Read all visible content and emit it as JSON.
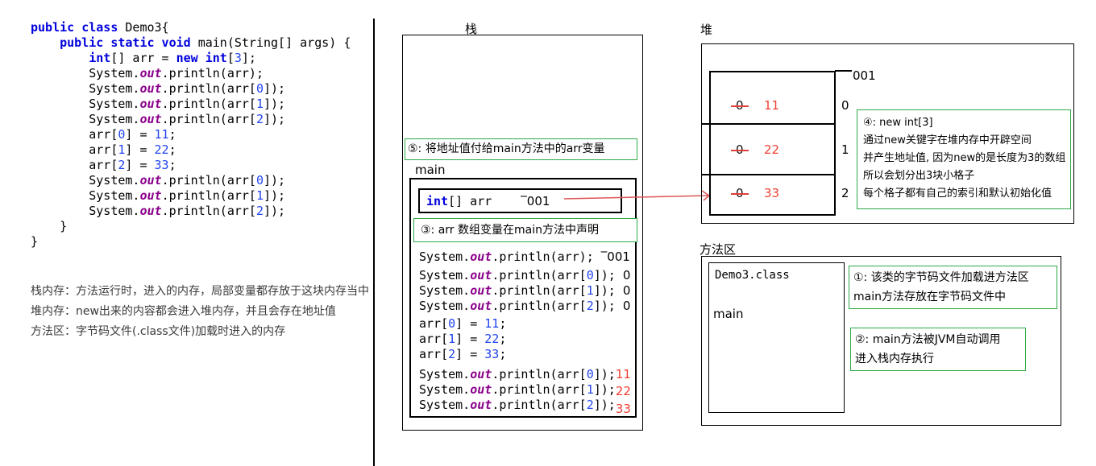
{
  "notes": [
    "栈内存：方法运行时，进入的内存，局部变量都存放于这块内存当中",
    "堆内存：new出来的内容都会进入堆内存，并且会存在地址值",
    "方法区：字节码文件(.class文件)加载时进入的内存"
  ],
  "code_panel": {
    "lines": [
      {
        "t": [
          [
            "k",
            "public class"
          ],
          [
            "p",
            " Demo3{"
          ]
        ]
      },
      {
        "t": [
          [
            "p",
            "    "
          ],
          [
            "k",
            "public static void"
          ],
          [
            "p",
            " main(String[] args) {"
          ]
        ]
      },
      {
        "t": [
          [
            "p",
            "        "
          ],
          [
            "k",
            "int"
          ],
          [
            "p",
            "[] arr = "
          ],
          [
            "k",
            "new"
          ],
          [
            "p",
            " "
          ],
          [
            "k",
            "int"
          ],
          [
            "p",
            "["
          ],
          [
            "n",
            "3"
          ],
          [
            "p",
            "];"
          ]
        ]
      },
      {
        "t": [
          [
            "p",
            "        System."
          ],
          [
            "o",
            "out"
          ],
          [
            "p",
            ".println(arr);"
          ]
        ]
      },
      {
        "t": [
          [
            "p",
            "        System."
          ],
          [
            "o",
            "out"
          ],
          [
            "p",
            ".println(arr["
          ],
          [
            "n",
            "0"
          ],
          [
            "p",
            "]);"
          ]
        ]
      },
      {
        "t": [
          [
            "p",
            "        System."
          ],
          [
            "o",
            "out"
          ],
          [
            "p",
            ".println(arr["
          ],
          [
            "n",
            "1"
          ],
          [
            "p",
            "]);"
          ]
        ]
      },
      {
        "t": [
          [
            "p",
            "        System."
          ],
          [
            "o",
            "out"
          ],
          [
            "p",
            ".println(arr["
          ],
          [
            "n",
            "2"
          ],
          [
            "p",
            "]);"
          ]
        ]
      },
      {
        "t": [
          [
            "p",
            "        arr["
          ],
          [
            "n",
            "0"
          ],
          [
            "p",
            "] = "
          ],
          [
            "n",
            "11"
          ],
          [
            "p",
            ";"
          ]
        ]
      },
      {
        "t": [
          [
            "p",
            "        arr["
          ],
          [
            "n",
            "1"
          ],
          [
            "p",
            "] = "
          ],
          [
            "n",
            "22"
          ],
          [
            "p",
            ";"
          ]
        ]
      },
      {
        "t": [
          [
            "p",
            "        arr["
          ],
          [
            "n",
            "2"
          ],
          [
            "p",
            "] = "
          ],
          [
            "n",
            "33"
          ],
          [
            "p",
            ";"
          ]
        ]
      },
      {
        "t": [
          [
            "p",
            "        System."
          ],
          [
            "o",
            "out"
          ],
          [
            "p",
            ".println(arr["
          ],
          [
            "n",
            "0"
          ],
          [
            "p",
            "]);"
          ]
        ]
      },
      {
        "t": [
          [
            "p",
            "        System."
          ],
          [
            "o",
            "out"
          ],
          [
            "p",
            ".println(arr["
          ],
          [
            "n",
            "1"
          ],
          [
            "p",
            "]);"
          ]
        ]
      },
      {
        "t": [
          [
            "p",
            "        System."
          ],
          [
            "o",
            "out"
          ],
          [
            "p",
            ".println(arr["
          ],
          [
            "n",
            "2"
          ],
          [
            "p",
            "]);"
          ]
        ]
      },
      {
        "t": [
          [
            "p",
            "    }"
          ]
        ]
      },
      {
        "t": [
          [
            "p",
            "}"
          ]
        ]
      }
    ]
  },
  "stack": {
    "title": "栈",
    "annotation5": "⑤: 将地址值付给main方法中的arr变量",
    "frame_label": "main",
    "var_box": {
      "tokens": [
        [
          "k",
          "int"
        ],
        [
          "p",
          "[] arr"
        ]
      ],
      "address": "‾001"
    },
    "annotation3": "③: arr 数组变量在main方法中声明",
    "lines": [
      {
        "t": [
          [
            "p",
            "System."
          ],
          [
            "o",
            "out"
          ],
          [
            "p",
            ".println(arr); "
          ],
          [
            "a",
            "‾001"
          ]
        ]
      },
      {
        "c": "g4",
        "t": [
          [
            "p",
            "System."
          ],
          [
            "o",
            "out"
          ],
          [
            "p",
            ".println(arr["
          ],
          [
            "n",
            "0"
          ],
          [
            "p",
            "]); "
          ],
          [
            "z",
            "0"
          ]
        ]
      },
      {
        "t": [
          [
            "p",
            "System."
          ],
          [
            "o",
            "out"
          ],
          [
            "p",
            ".println(arr["
          ],
          [
            "n",
            "1"
          ],
          [
            "p",
            "]); "
          ],
          [
            "z",
            "0"
          ]
        ]
      },
      {
        "t": [
          [
            "p",
            "System."
          ],
          [
            "o",
            "out"
          ],
          [
            "p",
            ".println(arr["
          ],
          [
            "n",
            "2"
          ],
          [
            "p",
            "]); "
          ],
          [
            "z",
            "0"
          ]
        ]
      },
      {
        "c": "g3",
        "t": [
          [
            "p",
            "arr["
          ],
          [
            "n",
            "0"
          ],
          [
            "p",
            "] = "
          ],
          [
            "n",
            "11"
          ],
          [
            "p",
            ";"
          ]
        ]
      },
      {
        "t": [
          [
            "p",
            "arr["
          ],
          [
            "n",
            "1"
          ],
          [
            "p",
            "] = "
          ],
          [
            "n",
            "22"
          ],
          [
            "p",
            ";"
          ]
        ]
      },
      {
        "t": [
          [
            "p",
            "arr["
          ],
          [
            "n",
            "2"
          ],
          [
            "p",
            "] = "
          ],
          [
            "n",
            "33"
          ],
          [
            "p",
            ";"
          ]
        ]
      },
      {
        "c": "g5",
        "t": [
          [
            "p",
            "System."
          ],
          [
            "o",
            "out"
          ],
          [
            "p",
            ".println(arr["
          ],
          [
            "n",
            "0"
          ],
          [
            "p",
            "]);"
          ],
          [
            "r",
            "11"
          ]
        ]
      },
      {
        "t": [
          [
            "p",
            "System."
          ],
          [
            "o",
            "out"
          ],
          [
            "p",
            ".println(arr["
          ],
          [
            "n",
            "1"
          ],
          [
            "p",
            "]);"
          ],
          [
            "r",
            "22",
            "shift1"
          ]
        ]
      },
      {
        "t": [
          [
            "p",
            "System."
          ],
          [
            "o",
            "out"
          ],
          [
            "p",
            ".println(arr["
          ],
          [
            "n",
            "2"
          ],
          [
            "p",
            "]);"
          ],
          [
            "r",
            "33",
            "shift2"
          ]
        ]
      }
    ]
  },
  "heap": {
    "title": "堆",
    "address_label": "001",
    "cells": [
      {
        "old": "0",
        "new": "11",
        "index": "0"
      },
      {
        "old": "0",
        "new": "22",
        "index": "1"
      },
      {
        "old": "0",
        "new": "33",
        "index": "2"
      }
    ],
    "annotation4": [
      "④: new int[3]",
      "通过new关键字在堆内存中开辟空间",
      "并产生地址值, 因为new的是长度为3的数组",
      "所以会划分出3块小格子",
      "每个格子都有自己的索引和默认初始化值"
    ]
  },
  "method_area": {
    "title": "方法区",
    "class_file": "Demo3.class",
    "method_name": "main",
    "annotation1": [
      "①: 该类的字节码文件加载进方法区",
      "main方法存放在字节码文件中"
    ],
    "annotation2": [
      "②: main方法被JVM自动调用",
      "进入栈内存执行"
    ]
  },
  "colors": {
    "keyword_blue": "#0000dd",
    "number_blue": "#2244ee",
    "out_purple": "#8b008b",
    "result_red": "#ee4033",
    "arrow_red": "#dd5555",
    "annotation_green": "#2bab47"
  }
}
